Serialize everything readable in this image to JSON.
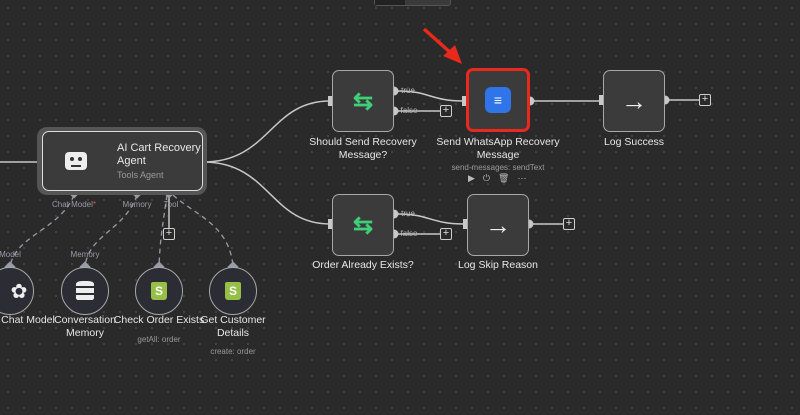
{
  "colors": {
    "highlight": "#e8291c",
    "whatsapp_icon": "#2f74e8",
    "if_icon": "#3fcf78",
    "shopify": "#95bf47"
  },
  "agent": {
    "title_line1": "AI Cart Recovery",
    "title_line2": "Agent",
    "subtitle": "Tools Agent",
    "icon": "robot-icon",
    "ports": {
      "chat_model": "Chat Model",
      "required_mark": "*",
      "memory": "Memory",
      "tool": "Tool"
    }
  },
  "subnodes": [
    {
      "label": "Chat Model",
      "port_label": "Model",
      "icon": "openai-icon"
    },
    {
      "label_line1": "Conversation",
      "label_line2": "Memory",
      "port_label": "Memory",
      "icon": "database-icon"
    },
    {
      "label": "Check Order Exists",
      "subtitle": "getAll: order",
      "icon": "shopify-icon"
    },
    {
      "label_line1": "Get Customer",
      "label_line2": "Details",
      "subtitle": "create: order",
      "icon": "shopify-icon"
    }
  ],
  "if1": {
    "label_line1": "Should Send Recovery",
    "label_line2": "Message?",
    "true_label": "true",
    "false_label": "false"
  },
  "whatsapp": {
    "label_line1": "Send WhatsApp Recovery",
    "label_line2": "Message",
    "subtitle": "send-messages: sendText"
  },
  "log_success": {
    "label": "Log Success"
  },
  "if2": {
    "label": "Order Already Exists?",
    "true_label": "true",
    "false_label": "false"
  },
  "log_skip": {
    "label": "Log Skip Reason"
  },
  "plus_symbol": "+"
}
